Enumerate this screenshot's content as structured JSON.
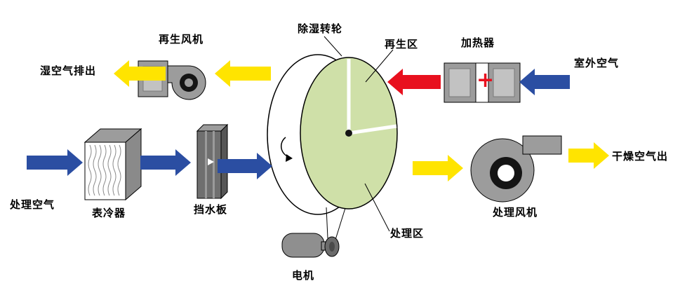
{
  "labels": {
    "regen_fan": "再生风机",
    "humid_air_out": "湿空气排出",
    "wheel": "除湿转轮",
    "regen_zone": "再生区",
    "heater": "加热器",
    "outdoor_air": "室外空气",
    "process_air": "处理空气",
    "surface_cooler": "表冷器",
    "water_baffle": "挡水板",
    "process_zone": "处理区",
    "process_fan": "处理风机",
    "dry_air_out": "干燥空气出",
    "motor": "电机",
    "heater_plus": "+"
  },
  "colors": {
    "process_air_blue": "#2b4ea2",
    "regen_air_yellow": "#ffe400",
    "hot_air_red": "#e8101e",
    "wheel_face_green": "#cfe0a8",
    "component_gray": "#9c9c9c",
    "baffle_dark_gray": "#6f6f6f"
  }
}
